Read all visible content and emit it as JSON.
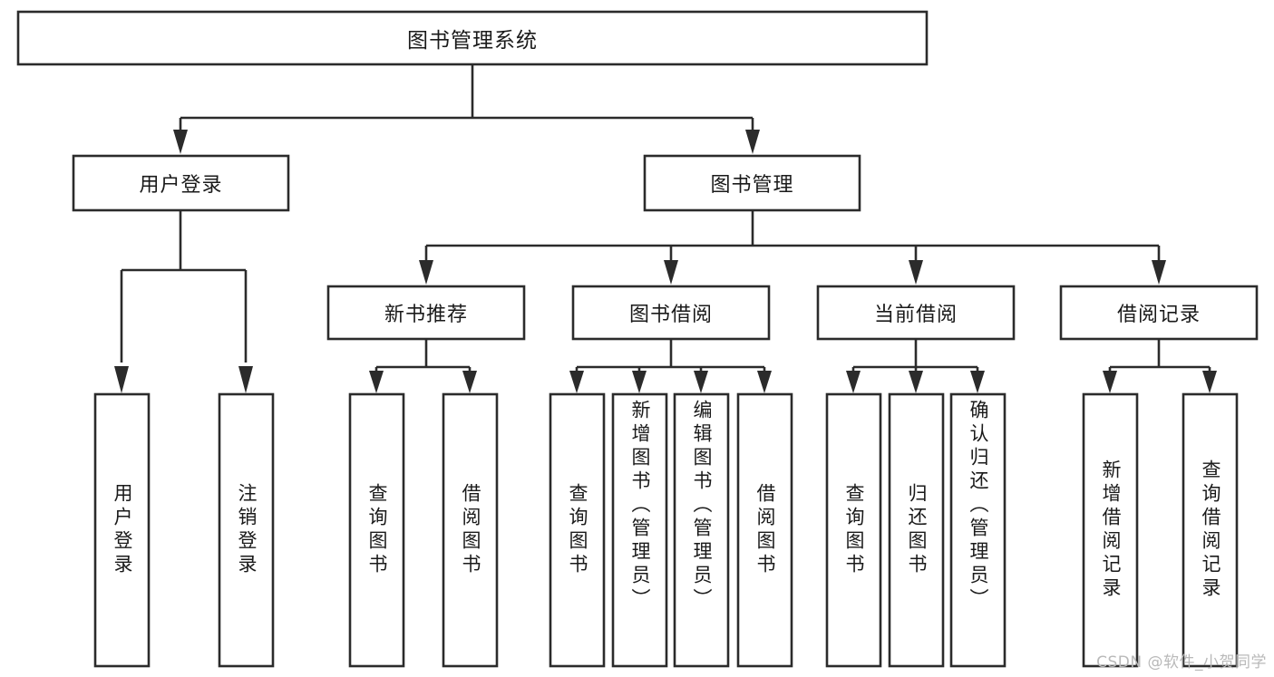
{
  "diagram": {
    "type": "tree-hierarchy-flowchart",
    "title": "图书管理系统",
    "orientation": "top-down",
    "colors": {
      "stroke": "#2b2b2b",
      "fill": "#ffffff",
      "text": "#1a1a1a",
      "background": "#ffffff",
      "watermark": "#b9b9b9"
    },
    "levels": {
      "level0": [
        "图书管理系统"
      ],
      "level1": [
        "用户登录",
        "图书管理"
      ],
      "level2": [
        "新书推荐",
        "图书借阅",
        "当前借阅",
        "借阅记录"
      ],
      "level3": [
        "用户登录",
        "注销登录",
        "查询图书",
        "借阅图书",
        "查询图书",
        "新增图书（管理员）",
        "编辑图书（管理员）",
        "借阅图书",
        "查询图书",
        "归还图书",
        "确认归还（管理员）",
        "新增借阅记录",
        "查询借阅记录"
      ]
    },
    "nodes": {
      "root": {
        "id": "root",
        "label": "图书管理系统",
        "level": 0,
        "orientation": "horizontal"
      },
      "user_login": {
        "id": "user_login",
        "label": "用户登录",
        "level": 1,
        "orientation": "horizontal"
      },
      "book_mgmt": {
        "id": "book_mgmt",
        "label": "图书管理",
        "level": 1,
        "orientation": "horizontal"
      },
      "new_book_rec": {
        "id": "new_book_rec",
        "label": "新书推荐",
        "level": 2,
        "orientation": "horizontal"
      },
      "book_borrow": {
        "id": "book_borrow",
        "label": "图书借阅",
        "level": 2,
        "orientation": "horizontal"
      },
      "current_borrow": {
        "id": "current_borrow",
        "label": "当前借阅",
        "level": 2,
        "orientation": "horizontal"
      },
      "borrow_record": {
        "id": "borrow_record",
        "label": "借阅记录",
        "level": 2,
        "orientation": "horizontal"
      },
      "leaf_user_login": {
        "id": "leaf_user_login",
        "label": "用户登录",
        "level": 3,
        "orientation": "vertical",
        "parent": "用户登录"
      },
      "leaf_logout": {
        "id": "leaf_logout",
        "label": "注销登录",
        "level": 3,
        "orientation": "vertical",
        "parent": "用户登录"
      },
      "leaf_query_book_a": {
        "id": "leaf_query_book_a",
        "label": "查询图书",
        "level": 3,
        "orientation": "vertical",
        "parent": "新书推荐"
      },
      "leaf_borrow_book_a": {
        "id": "leaf_borrow_book_a",
        "label": "借阅图书",
        "level": 3,
        "orientation": "vertical",
        "parent": "新书推荐"
      },
      "leaf_query_book_b": {
        "id": "leaf_query_book_b",
        "label": "查询图书",
        "level": 3,
        "orientation": "vertical",
        "parent": "图书借阅"
      },
      "leaf_add_book": {
        "id": "leaf_add_book",
        "label": "新增图书（管理员）",
        "level": 3,
        "orientation": "vertical",
        "parent": "图书借阅"
      },
      "leaf_edit_book": {
        "id": "leaf_edit_book",
        "label": "编辑图书（管理员）",
        "level": 3,
        "orientation": "vertical",
        "parent": "图书借阅"
      },
      "leaf_borrow_book_b": {
        "id": "leaf_borrow_book_b",
        "label": "借阅图书",
        "level": 3,
        "orientation": "vertical",
        "parent": "图书借阅"
      },
      "leaf_query_book_c": {
        "id": "leaf_query_book_c",
        "label": "查询图书",
        "level": 3,
        "orientation": "vertical",
        "parent": "当前借阅"
      },
      "leaf_return_book": {
        "id": "leaf_return_book",
        "label": "归还图书",
        "level": 3,
        "orientation": "vertical",
        "parent": "当前借阅"
      },
      "leaf_confirm_return": {
        "id": "leaf_confirm_return",
        "label": "确认归还（管理员）",
        "level": 3,
        "orientation": "vertical",
        "parent": "当前借阅"
      },
      "leaf_add_record": {
        "id": "leaf_add_record",
        "label": "新增借阅记录",
        "level": 3,
        "orientation": "vertical",
        "parent": "借阅记录"
      },
      "leaf_query_record": {
        "id": "leaf_query_record",
        "label": "查询借阅记录",
        "level": 3,
        "orientation": "vertical",
        "parent": "借阅记录"
      }
    },
    "edges": [
      {
        "from": "图书管理系统",
        "to": "用户登录"
      },
      {
        "from": "图书管理系统",
        "to": "图书管理"
      },
      {
        "from": "用户登录",
        "to": "用户登录"
      },
      {
        "from": "用户登录",
        "to": "注销登录"
      },
      {
        "from": "图书管理",
        "to": "新书推荐"
      },
      {
        "from": "图书管理",
        "to": "图书借阅"
      },
      {
        "from": "图书管理",
        "to": "当前借阅"
      },
      {
        "from": "图书管理",
        "to": "借阅记录"
      },
      {
        "from": "新书推荐",
        "to": "查询图书"
      },
      {
        "from": "新书推荐",
        "to": "借阅图书"
      },
      {
        "from": "图书借阅",
        "to": "查询图书"
      },
      {
        "from": "图书借阅",
        "to": "新增图书（管理员）"
      },
      {
        "from": "图书借阅",
        "to": "编辑图书（管理员）"
      },
      {
        "from": "图书借阅",
        "to": "借阅图书"
      },
      {
        "from": "当前借阅",
        "to": "查询图书"
      },
      {
        "from": "当前借阅",
        "to": "归还图书"
      },
      {
        "from": "当前借阅",
        "to": "确认归还（管理员）"
      },
      {
        "from": "借阅记录",
        "to": "新增借阅记录"
      },
      {
        "from": "借阅记录",
        "to": "查询借阅记录"
      }
    ]
  },
  "watermark": {
    "text": "CSDN @软件_小贺同学"
  }
}
